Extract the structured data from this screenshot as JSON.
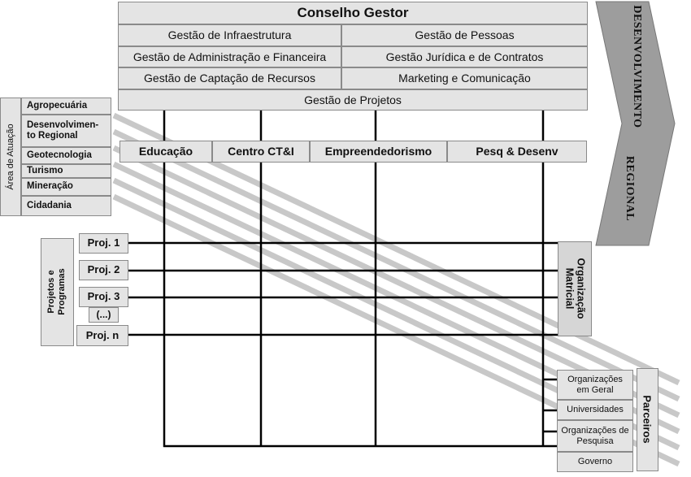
{
  "council": {
    "title": "Conselho Gestor",
    "managements": [
      "Gestão de Infraestrutura",
      "Gestão de Pessoas",
      "Gestão de Administração e Financeira",
      "Gestão Jurídica e de Contratos",
      "Gestão de Captação de Recursos",
      "Marketing e Comunicação",
      "Gestão de Projetos"
    ]
  },
  "units": [
    "Educação",
    "Centro CT&I",
    "Empreendedorismo",
    "Pesq & Desenv"
  ],
  "area": {
    "label": "Área de Atuação",
    "items": [
      "Agropecuária",
      "Desenvolvimen-\nto Regional",
      "Geotecnologia",
      "Turismo",
      "Mineração",
      "Cidadania"
    ]
  },
  "projects": {
    "label": "Projetos e Programas",
    "items": [
      "Proj. 1",
      "Proj. 2",
      "Proj. 3",
      "(...)",
      "Proj. n"
    ]
  },
  "matrix_label": "Organização Matricial",
  "regional_arrow": {
    "line1": "DESENVOLVIMENTO",
    "line2": "REGIONAL"
  },
  "partners": {
    "label": "Parceiros",
    "items": [
      "Organizações em Geral",
      "Universidades",
      "Organizações de Pesquisa",
      "Governo"
    ]
  },
  "colors": {
    "box_fill": "#e4e4e4",
    "box_border": "#8a8a8a",
    "diagonal_band": "#c8c8c8",
    "arrow_fill": "#9d9d9d",
    "line": "#000000"
  }
}
